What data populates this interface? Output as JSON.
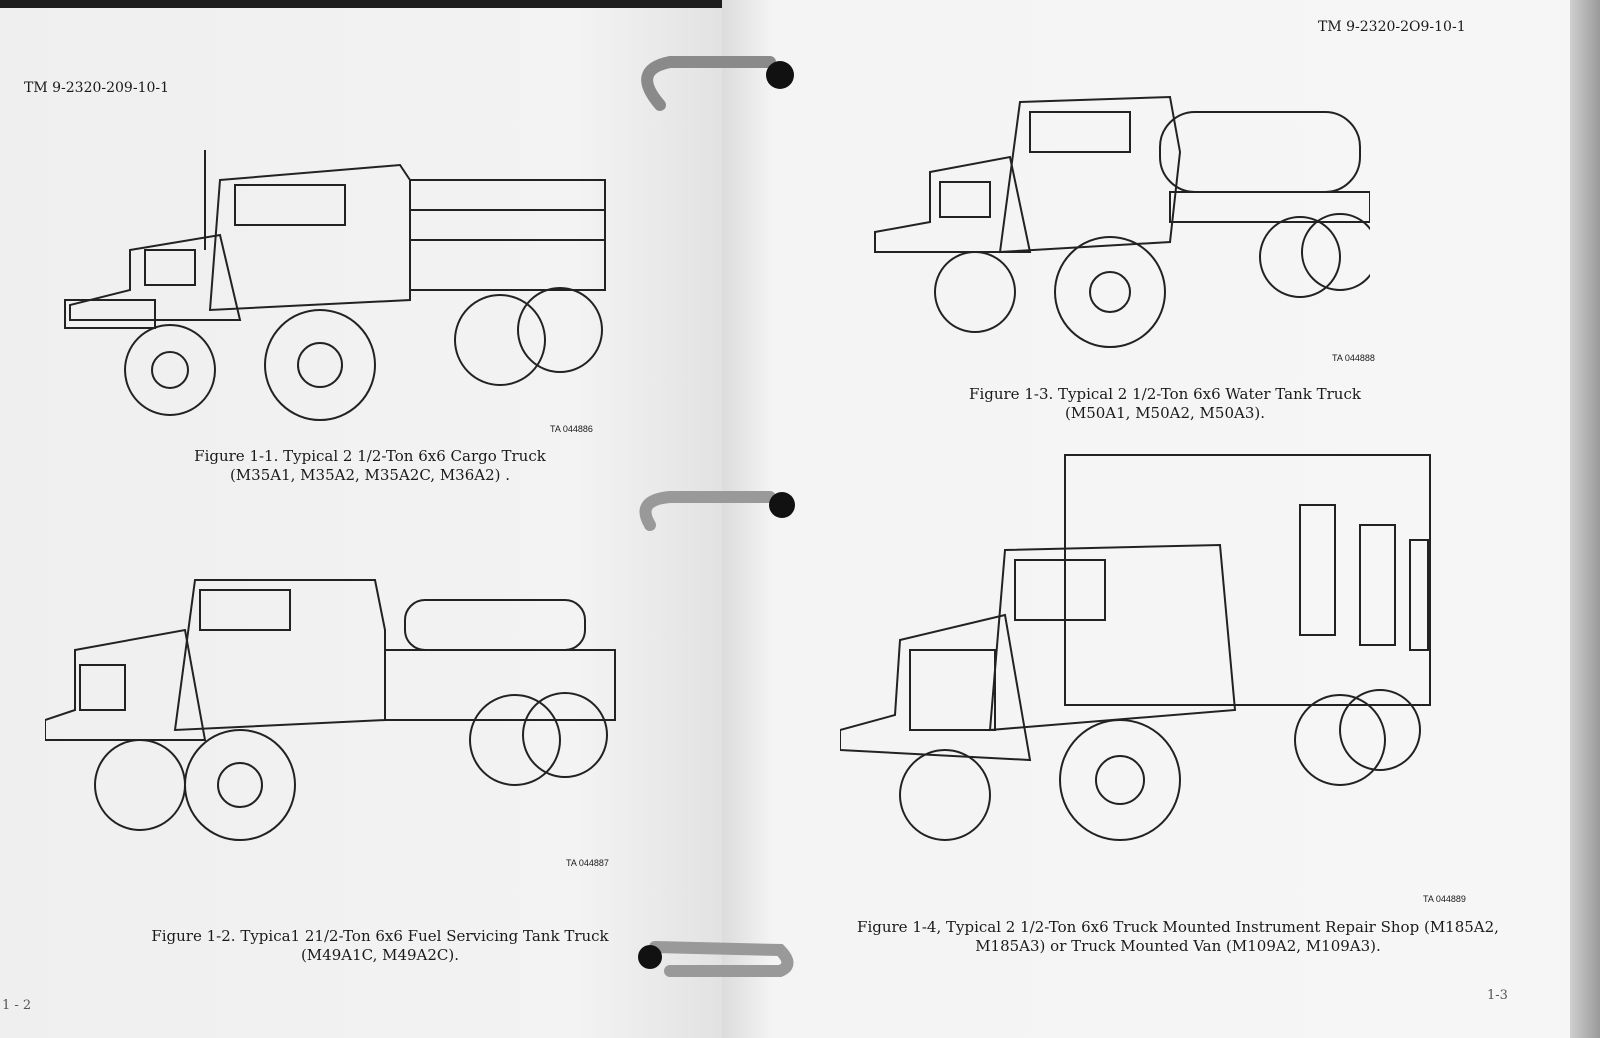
{
  "left_page": {
    "header": "TM 9-2320-209-10-1",
    "figures": [
      {
        "id": "fig-1-1",
        "caption_line1": "Figure 1-1. Typical 2 1/2-Ton 6x6 Cargo Truck",
        "caption_line2": "(M35A1, M35A2, M35A2C, M36A2) .",
        "ta_number": "TA 044886"
      },
      {
        "id": "fig-1-2",
        "caption_line1": "Figure 1-2. Typica1 21/2-Ton 6x6 Fuel Servicing Tank Truck",
        "caption_line2": "(M49A1C, M49A2C).",
        "ta_number": "TA 044887"
      }
    ],
    "page_number": "1 - 2"
  },
  "right_page": {
    "header": "TM 9-2320-2O9-10-1",
    "figures": [
      {
        "id": "fig-1-3",
        "caption_line1": "Figure 1-3. Typical 2 1/2-Ton 6x6 Water Tank Truck",
        "caption_line2": "(M50A1, M50A2, M50A3).",
        "ta_number": "TA 044888"
      },
      {
        "id": "fig-1-4",
        "caption_line1": "Figure 1-4, Typical 2 1/2-Ton 6x6 Truck Mounted Instrument Repair Shop (M185A2,",
        "caption_line2": "M185A3) or Truck Mounted Van (M109A2, M109A3).",
        "ta_number": "TA 044889"
      }
    ],
    "page_number": "1-3"
  }
}
